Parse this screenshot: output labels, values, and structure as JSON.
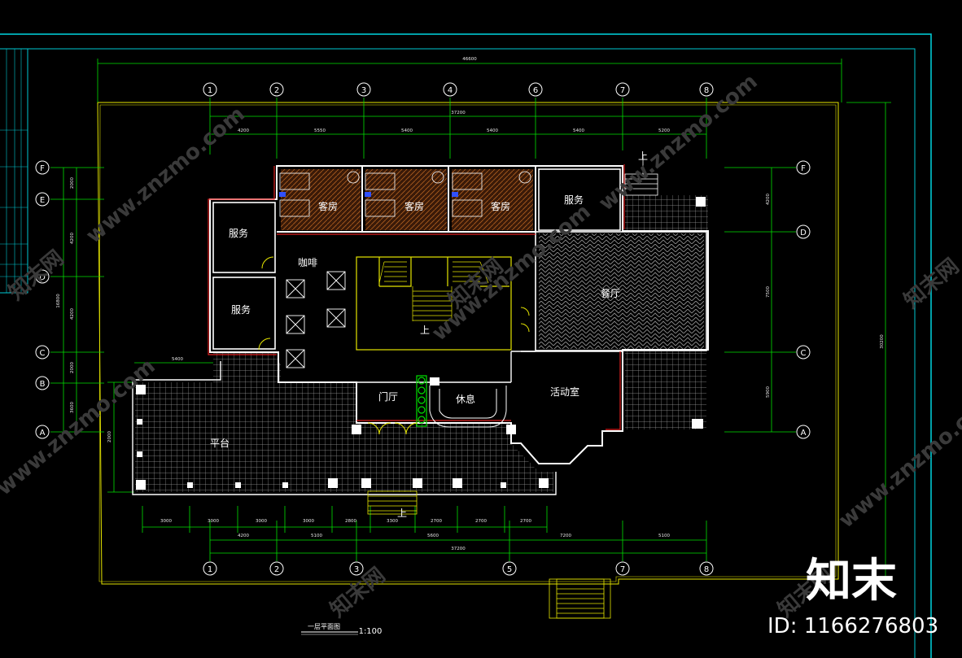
{
  "colors": {
    "background": "#000000",
    "frame": "#00c8d2",
    "wall": "#ffffff",
    "wall_red": "#e02020",
    "dimension": "#00e000",
    "boundary": "#e6e600",
    "stair": "#e6e600",
    "fixture": "#ffff40",
    "furniture": "#ffffff",
    "hatch": "#a0a0a0",
    "watermark": "#3a3a3a"
  },
  "axes": {
    "top": [
      "1",
      "2",
      "3",
      "4",
      "6",
      "7",
      "8"
    ],
    "bottom": [
      "1",
      "2",
      "3",
      "5",
      "7",
      "8"
    ],
    "left": [
      "F",
      "E",
      "D",
      "C",
      "B",
      "A"
    ],
    "right": [
      "F",
      "D",
      "C",
      "A"
    ]
  },
  "dimensions": {
    "overall_top": "46600",
    "grid_total_top": "37200",
    "top_segments": [
      "4200",
      "5550",
      "5400",
      "5400",
      "5400",
      "5200"
    ],
    "left_total": "16800",
    "left_segments": [
      "2000",
      "4200",
      "4200",
      "2000",
      "3600"
    ],
    "right_segments": [
      "4200",
      "7500",
      "5900"
    ],
    "right_total": "30200",
    "bottom_row1": [
      "3000",
      "3000",
      "3000",
      "3000",
      "2800",
      "3300",
      "2700",
      "2700",
      "2700"
    ],
    "bottom_row2": [
      "4200",
      "5100",
      "5600",
      "7200",
      "5100"
    ],
    "grid_total_bottom": "37200",
    "terrace_width": "5400",
    "terrace_depth": "2000"
  },
  "rooms": {
    "guest_1": "客房",
    "guest_2": "客房",
    "guest_3": "客房",
    "service_top": "服务",
    "service_left_upper": "服务",
    "service_left_lower": "服务",
    "coffee": "咖啡",
    "hall": "餐厅",
    "lobby": "门厅",
    "rest": "休息",
    "activity": "活动室",
    "terrace": "平台"
  },
  "stair_labels": {
    "main": "上",
    "top_right": "上",
    "front": "上"
  },
  "drawing_title": {
    "name": "一层平面图",
    "scale": "1:100"
  },
  "branding": {
    "logo_text": "知末",
    "watermark_text": "www.znzmo.com",
    "watermark_cn": "知末网",
    "id_text": "ID: 1166276803"
  }
}
